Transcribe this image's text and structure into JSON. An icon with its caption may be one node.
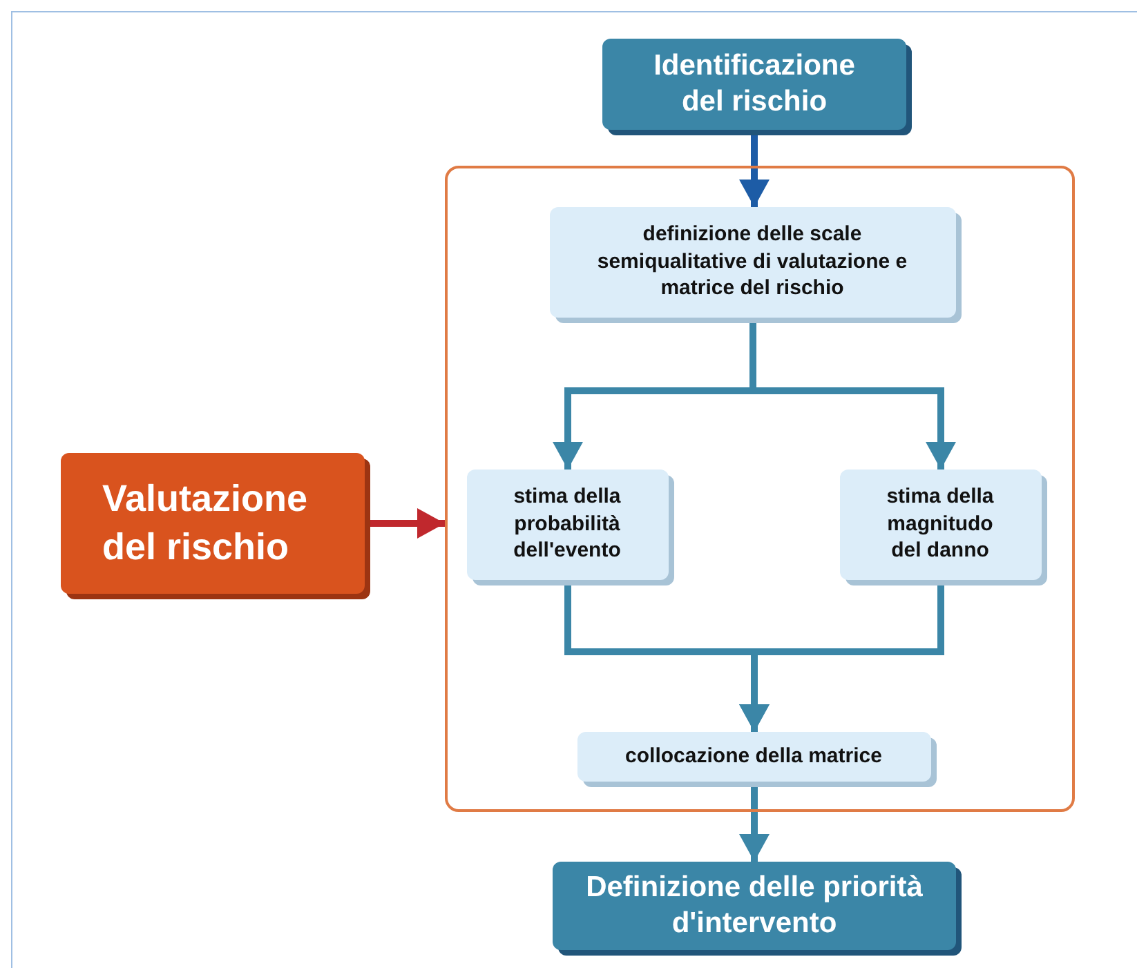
{
  "diagram": {
    "nodes": [
      {
        "text": [
          "Identificazione del rischio"
        ]
      },
      {
        "text": [],
        "shape": "box"
      },
      {
        "text": [
          "definizione delle scale semiqualitative di valutazione e matrice del rischio"
        ],
        "in": 1
      },
      {
        "text": [
          "stima della probabilità dell'evento"
        ],
        "in": 1
      },
      {
        "text": [
          "stima della magnitudo del danno"
        ],
        "in": 1
      },
      {
        "text": [
          "collocazione della matrice"
        ],
        "in": 1
      },
      {
        "text": [
          "Definizione delle priorità d'intervento"
        ]
      },
      {
        "text": [
          "Valutazione del rischio"
        ]
      }
    ],
    "edges": [
      {
        "from": 0,
        "to": 2,
        "arrow": "to",
        "color": "#1d5ca6"
      },
      {
        "from": 2,
        "to": 3,
        "arrow": "to"
      },
      {
        "from": 2,
        "to": 4,
        "arrow": "to"
      },
      {
        "from": 3,
        "to": 5,
        "arrow": "to"
      },
      {
        "from": 4,
        "to": 5,
        "arrow": "to"
      },
      {
        "from": 5,
        "to": 6,
        "arrow": "to"
      },
      {
        "from": 7,
        "to": 1,
        "arrow": "to",
        "color": "#c0282d"
      }
    ]
  }
}
